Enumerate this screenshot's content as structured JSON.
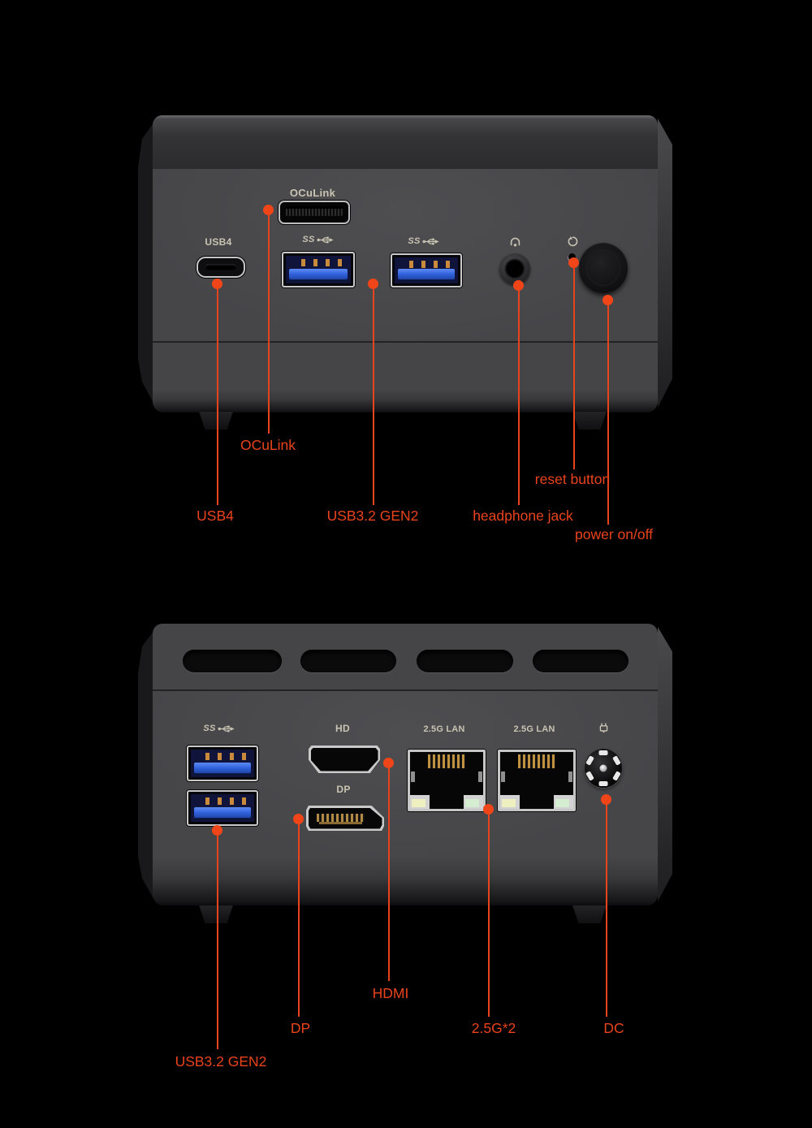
{
  "colors": {
    "background": "#000000",
    "accent_red": "#e8431c",
    "device_print": "#c8c3b2",
    "usb_blue": "#2e5fd9",
    "chassis_gray": "#47474a"
  },
  "front_panel": {
    "prints": {
      "oculink": "OCuLink",
      "usb4": "USB4",
      "ss": "SS"
    },
    "icons": [
      "usb-superspeed-trident-icon",
      "headphone-icon",
      "reset-icon"
    ],
    "callouts": {
      "oculink": "OCuLink",
      "usb4": "USB4",
      "usb32": "USB3.2 GEN2",
      "headphone": "headphone jack",
      "reset": "reset button",
      "power": "power on/off"
    }
  },
  "rear_panel": {
    "prints": {
      "ss": "SS",
      "hdmi": "HD",
      "dp": "DP",
      "lan": "2.5G LAN"
    },
    "icons": [
      "usb-superspeed-trident-icon",
      "dc-plug-icon"
    ],
    "callouts": {
      "hdmi": "HDMI",
      "dp": "DP",
      "usb32": "USB3.2 GEN2",
      "lan": "2.5G*2",
      "dc": "DC"
    }
  }
}
